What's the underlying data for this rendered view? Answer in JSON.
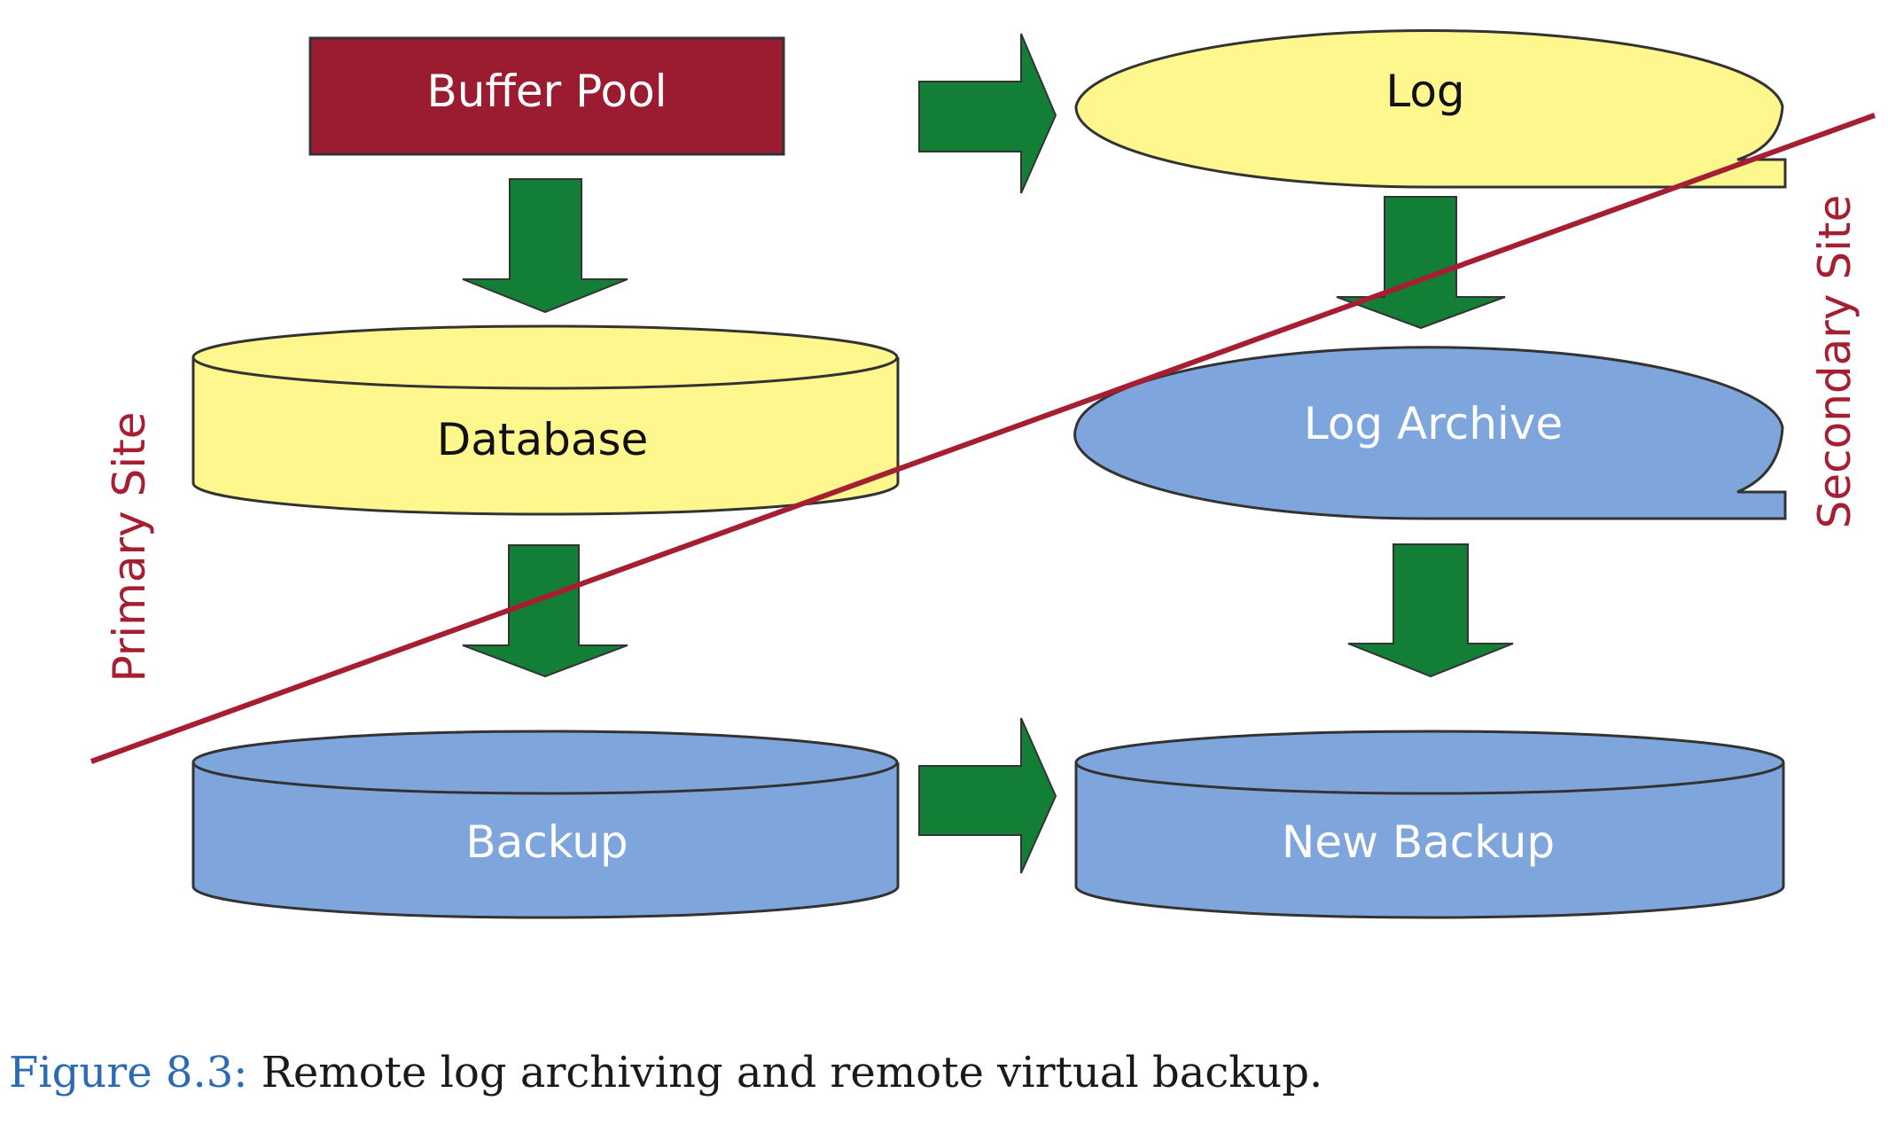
{
  "diagram": {
    "nodes": {
      "buffer_pool": "Buffer Pool",
      "log": "Log",
      "database": "Database",
      "log_archive": "Log Archive",
      "backup": "Backup",
      "new_backup": "New Backup"
    },
    "site_labels": {
      "primary": "Primary Site",
      "secondary": "Secondary Site"
    }
  },
  "caption": {
    "number": "Figure 8.3:",
    "text": "Remote log archiving and remote virtual backup."
  },
  "colors": {
    "buffer_pool_fill": "#9b1b30",
    "yellow_fill": "#fef78d",
    "blue_fill": "#7ea6dc",
    "arrow_fill": "#127e36",
    "divider_line": "#a61e32",
    "caption_number": "#2b6ab5"
  }
}
